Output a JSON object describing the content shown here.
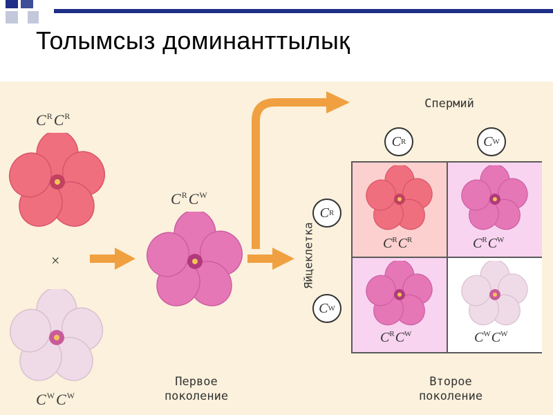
{
  "slide": {
    "title": "Толымсыз доминанттылық"
  },
  "colors": {
    "accent_blue": "#1f2e86",
    "panel_bg": "#fbf1dc",
    "red_flower": "#ef6f7e",
    "pink_flower": "#e577b7",
    "white_flower": "#efdbe7",
    "arrow": "#f0a040",
    "cell_red_bg": "#fcd0ce",
    "cell_pink_bg": "#f8d4f0"
  },
  "parents": {
    "red": {
      "allele1": "R",
      "allele2": "R"
    },
    "white": {
      "allele1": "W",
      "allele2": "W"
    },
    "cross_symbol": "×"
  },
  "first_generation": {
    "genotype": {
      "allele1": "R",
      "allele2": "W"
    },
    "caption_line1": "Первое",
    "caption_line2": "поколение"
  },
  "second_generation": {
    "caption_line1": "Второе",
    "caption_line2": "поколение",
    "sperm_label": "Спермий",
    "egg_label": "Яйцеклетка",
    "sperm": [
      "R",
      "W"
    ],
    "eggs": [
      "R",
      "W"
    ],
    "cells": [
      {
        "allele1": "R",
        "allele2": "R",
        "color": "red"
      },
      {
        "allele1": "R",
        "allele2": "W",
        "color": "pink"
      },
      {
        "allele1": "R",
        "allele2": "W",
        "color": "pink"
      },
      {
        "allele1": "W",
        "allele2": "W",
        "color": "white"
      }
    ]
  },
  "gene_letter": "C"
}
